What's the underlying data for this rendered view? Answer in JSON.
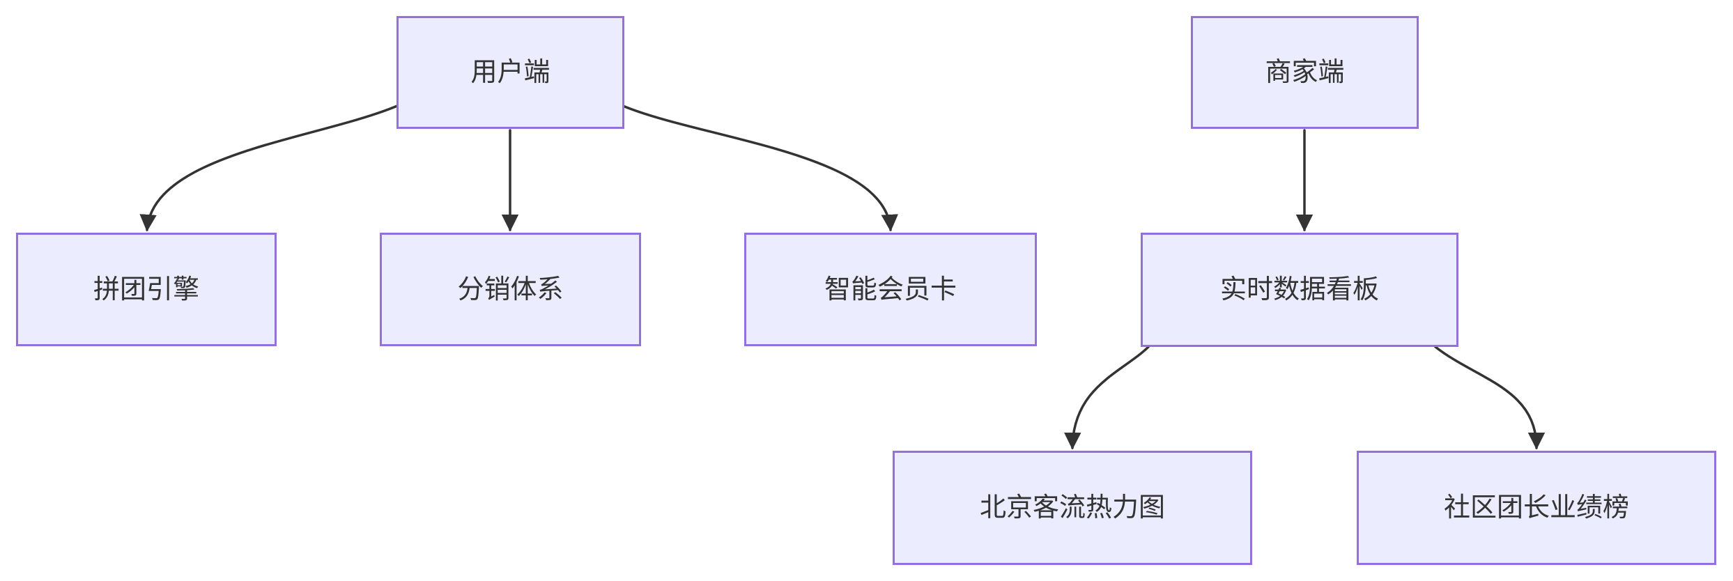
{
  "diagram": {
    "type": "flowchart",
    "direction": "top-down",
    "colors": {
      "background": "#ffffff",
      "node_fill": "#ECECFF",
      "node_border": "#9370DB",
      "edge_color": "#333333",
      "text_color": "#333333"
    },
    "nodes": [
      {
        "id": "user",
        "label": "用户端"
      },
      {
        "id": "merchant",
        "label": "商家端"
      },
      {
        "id": "groupbuy",
        "label": "拼团引擎"
      },
      {
        "id": "distribution",
        "label": "分销体系"
      },
      {
        "id": "membercard",
        "label": "智能会员卡"
      },
      {
        "id": "dashboard",
        "label": "实时数据看板"
      },
      {
        "id": "heatmap",
        "label": "北京客流热力图"
      },
      {
        "id": "leaderboard",
        "label": "社区团长业绩榜"
      }
    ],
    "edges": [
      {
        "from": "用户端",
        "to": "拼团引擎"
      },
      {
        "from": "用户端",
        "to": "分销体系"
      },
      {
        "from": "用户端",
        "to": "智能会员卡"
      },
      {
        "from": "商家端",
        "to": "实时数据看板"
      },
      {
        "from": "实时数据看板",
        "to": "北京客流热力图"
      },
      {
        "from": "实时数据看板",
        "to": "社区团长业绩榜"
      }
    ]
  }
}
